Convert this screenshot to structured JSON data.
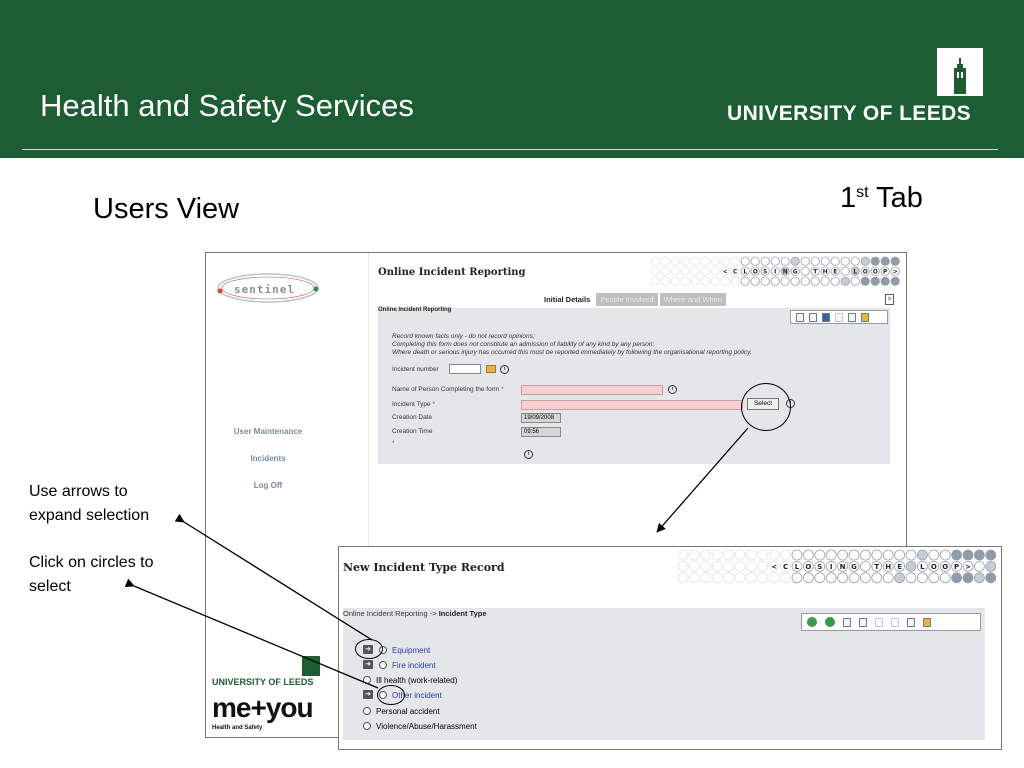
{
  "slide": {
    "title": "Health and Safety Services",
    "university_logo_text": "UNIVERSITY OF LEEDS",
    "heading": "Users View",
    "tab_number": "1",
    "tab_suffix": "st",
    "tab_word": "Tab",
    "note_arrows_line1": "Use arrows to",
    "note_arrows_line2": "expand selection",
    "note_circles_line1": "Click on circles to",
    "note_circles_line2": "select"
  },
  "colors": {
    "header_green": "#1d5d33",
    "panel_grey": "#e5e6e9",
    "required_pink": "#f6d1d4"
  },
  "screen1": {
    "logo_text": "sentinel",
    "sidebar": [
      "User Maintenance",
      "Incidents",
      "Log Off"
    ],
    "title": "Online Incident Reporting",
    "dots_banner": "< C L O S I N G  T H E  L O O P >",
    "tabs": [
      "Initial Details",
      "People Involved",
      "Where and When"
    ],
    "more_button": ">",
    "subtitle": "Online Incident Reporting",
    "intro_line1": "Record known facts only - do not record opinions;",
    "intro_line2": "Completing this form does not constitute an admission of liability of any kind by any person;",
    "intro_line3": "Where death or serious injury has occurred this must be reported immediately by following the organisational reporting policy.",
    "fields": {
      "incident_number_label": "Incident number",
      "name_label": "Name of Person Completing the form",
      "type_label": "Incident Type",
      "creation_date_label": "Creation Date",
      "creation_date_value": "19/09/2008",
      "creation_time_label": "Creation Time",
      "creation_time_value": "09:56",
      "required_mark": "*"
    },
    "select_button": "Select",
    "info_glyph": "i"
  },
  "screen2": {
    "title": "New Incident Type Record",
    "breadcrumb_prefix": "Online Incident Reporting ->",
    "breadcrumb_current": "Incident Type",
    "options": [
      {
        "label": "Equipment",
        "expandable": true
      },
      {
        "label": "Fire incident",
        "expandable": false
      },
      {
        "label": "Ill health (work-related)",
        "expandable": true
      },
      {
        "label": "Other incident",
        "expandable": true
      },
      {
        "label": "Personal accident",
        "expandable": false
      },
      {
        "label": "Violence/Abuse/Harassment",
        "expandable": false
      }
    ]
  },
  "footer_logo": {
    "university": "UNIVERSITY OF LEEDS",
    "brand": "me+you",
    "tagline": "Health and Safety"
  }
}
